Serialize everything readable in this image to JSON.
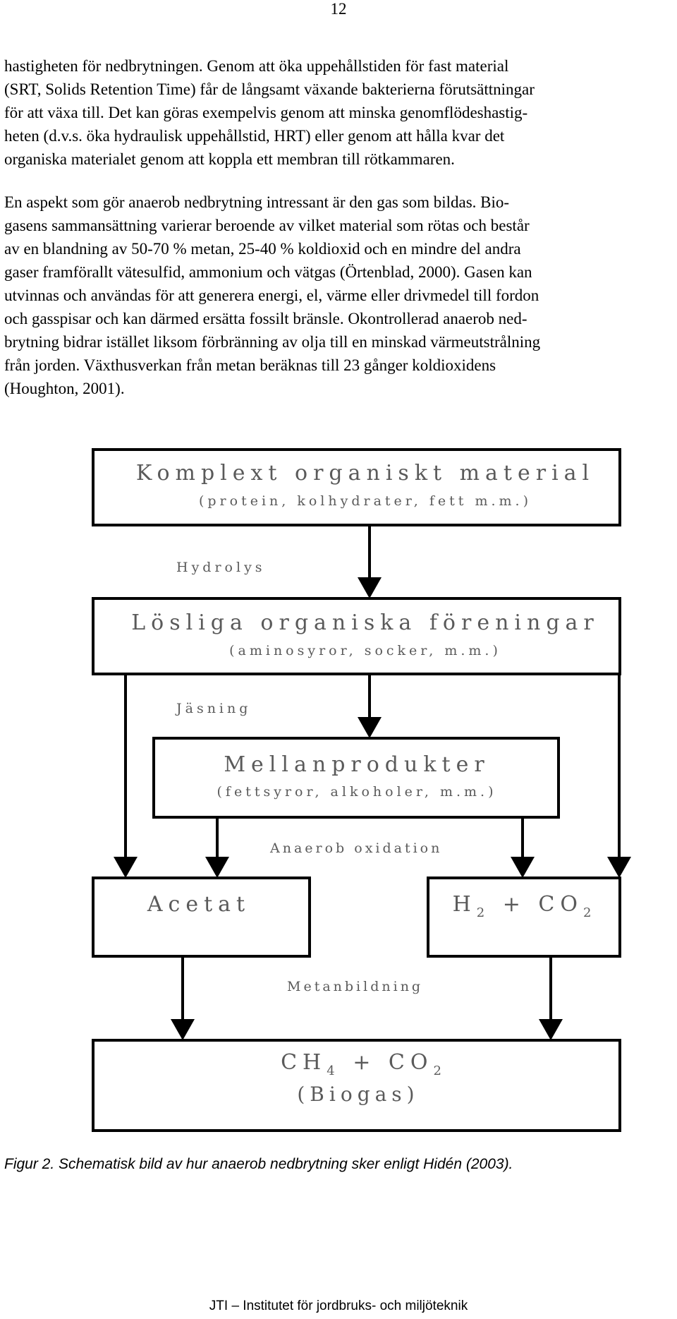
{
  "page_number": "12",
  "paragraphs": [
    {
      "lines": [
        "hastigheten för nedbrytningen. Genom att öka uppehållstiden för fast material",
        "(SRT, Solids Retention Time) får de långsamt växande bakterierna förutsättningar",
        "för att växa till. Det kan göras exempelvis genom att minska genomflödeshastig-",
        "heten (d.v.s. öka hydraulisk uppehållstid, HRT) eller genom att hålla kvar det",
        "organiska materialet genom att koppla ett membran till rötkammaren."
      ]
    },
    {
      "lines": [
        "En aspekt som gör anaerob nedbrytning intressant är den gas som bildas. Bio-",
        "gasens sammansättning varierar beroende av vilket material som rötas och består",
        "av en blandning av 50-70 % metan, 25-40 % koldioxid och en mindre del andra",
        "gaser framförallt vätesulfid, ammonium och vätgas (Örtenblad, 2000). Gasen kan",
        "utvinnas och användas för att generera energi, el, värme eller drivmedel till fordon",
        "och gasspisar och kan därmed ersätta fossilt bränsle. Okontrollerad anaerob ned-",
        "brytning bidrar istället liksom förbränning av olja till en minskad värmeutstrålning",
        "från jorden. Växthusverkan från metan beräknas till 23 gånger koldioxidens",
        "(Houghton, 2001)."
      ]
    }
  ],
  "diagram": {
    "boxes": {
      "komplext": {
        "title": "Komplext organiskt material",
        "subtitle": "(protein, kolhydrater, fett m.m.)"
      },
      "losliga": {
        "title": "Lösliga organiska föreningar",
        "subtitle": "(aminosyror, socker, m.m.)"
      },
      "mellan": {
        "title": "Mellanprodukter",
        "subtitle": "(fettsyror, alkoholer, m.m.)"
      },
      "acetat": {
        "title": "Acetat"
      },
      "h2co2": {
        "title_main_1": "H",
        "sub_1": "2",
        "title_main_2": " + CO",
        "sub_2": "2"
      },
      "ch4co2": {
        "title_main_1": "CH",
        "sub_1": "4",
        "title_main_2": " + CO",
        "sub_2": "2",
        "subtitle": "(Biogas)"
      }
    },
    "labels": {
      "hydrolys": "Hydrolys",
      "jasning": "Jäsning",
      "anaerob_oxidation": "Anaerob oxidation",
      "metanbildning": "Metanbildning"
    }
  },
  "caption": "Figur 2. Schematisk bild av hur anaerob nedbrytning sker enligt Hidén (2003).",
  "footer": "JTI – Institutet för jordbruks- och miljöteknik"
}
